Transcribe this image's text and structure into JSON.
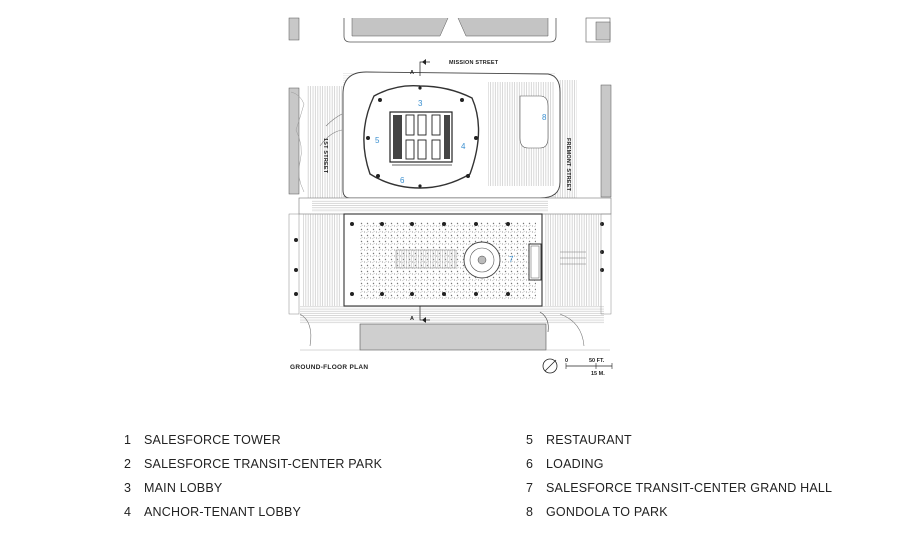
{
  "plan": {
    "caption": "GROUND-FLOOR PLAN",
    "streets": {
      "mission": "MISSION STREET",
      "fremont": "FREMONT STREET",
      "first": "1ST STREET"
    },
    "section_mark": "A",
    "scale": {
      "zero": "0",
      "feet": "50 FT.",
      "meters": "15 M."
    },
    "plan_numbers": [
      "3",
      "5",
      "4",
      "6",
      "8",
      "7"
    ]
  },
  "legend": {
    "left": [
      {
        "n": "1",
        "label": "SALESFORCE TOWER"
      },
      {
        "n": "2",
        "label": "SALESFORCE TRANSIT-CENTER PARK"
      },
      {
        "n": "3",
        "label": "MAIN LOBBY"
      },
      {
        "n": "4",
        "label": "ANCHOR-TENANT LOBBY"
      }
    ],
    "right": [
      {
        "n": "5",
        "label": "RESTAURANT"
      },
      {
        "n": "6",
        "label": "LOADING"
      },
      {
        "n": "7",
        "label": "SALESFORCE TRANSIT-CENTER GRAND HALL"
      },
      {
        "n": "8",
        "label": "GONDOLA TO PARK"
      }
    ]
  }
}
